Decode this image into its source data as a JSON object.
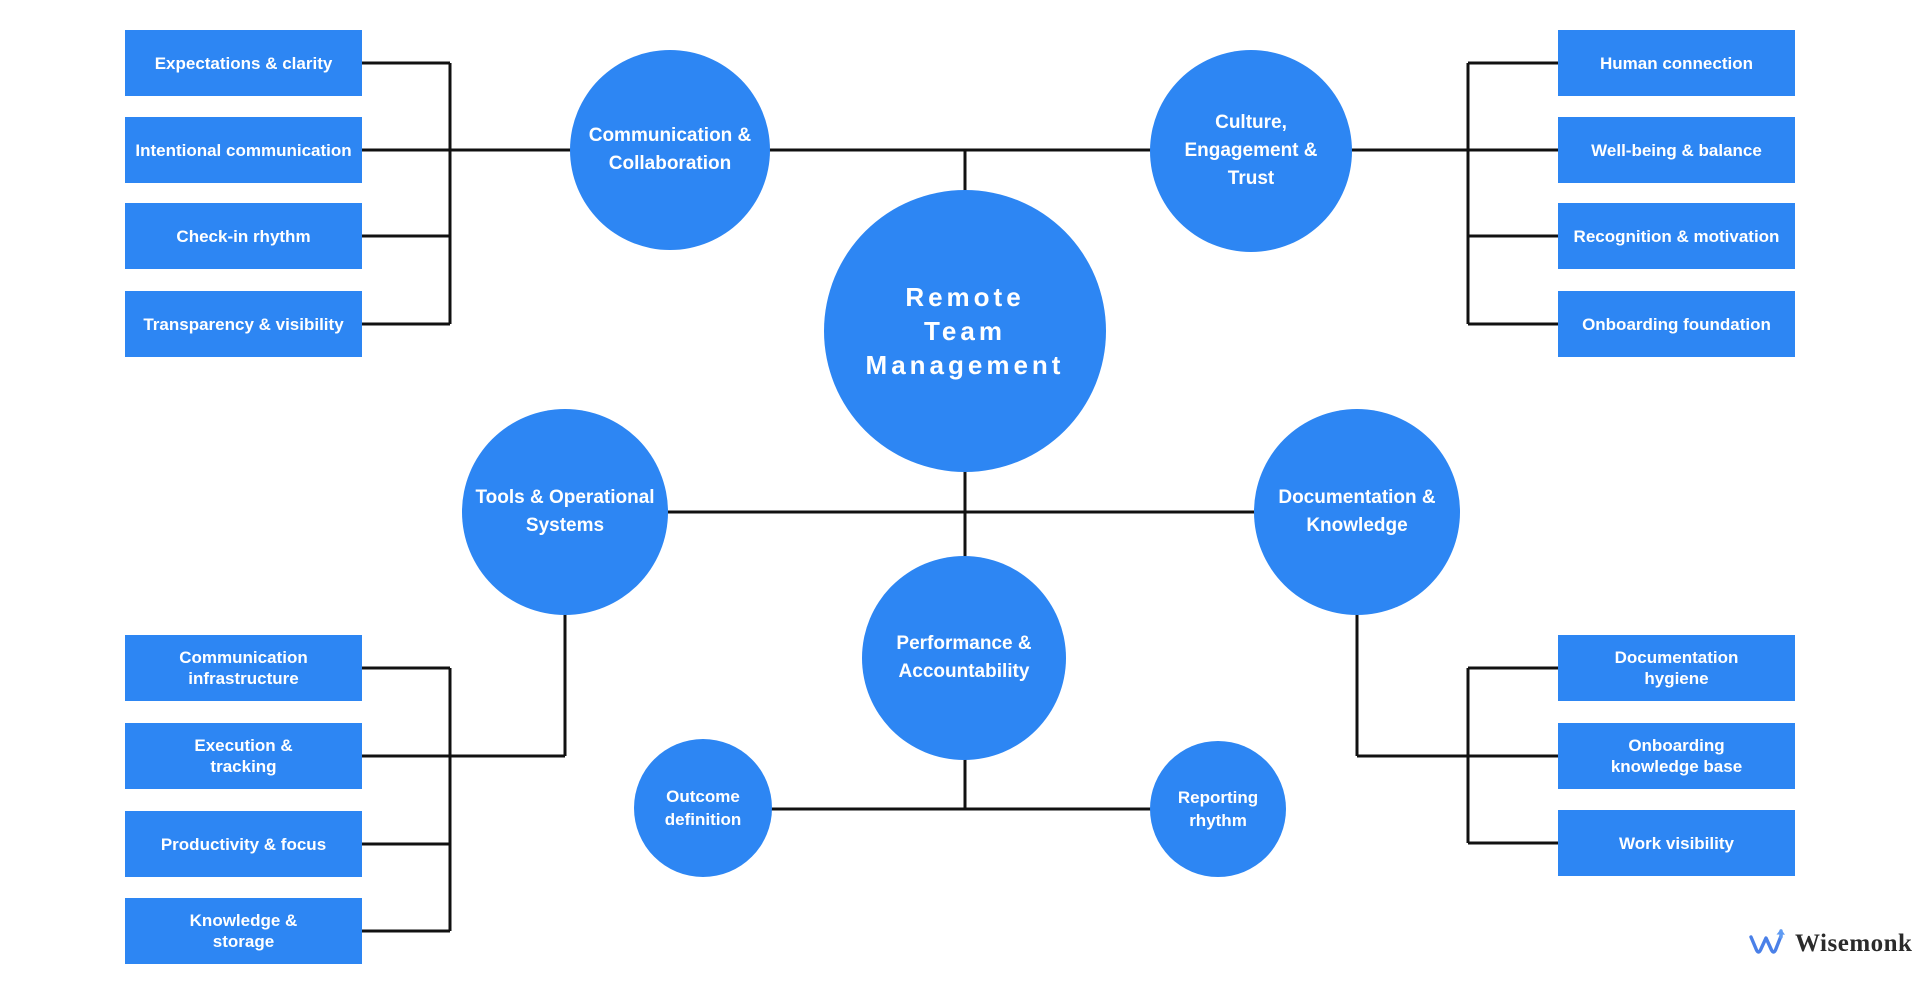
{
  "colors": {
    "node_blue": "#2d86f3",
    "line_black": "#111111",
    "background": "#ffffff",
    "logo_blue": "#4a80e8",
    "logo_text": "#2b2b2b"
  },
  "center_node": {
    "label": "Remote\nTeam\nManagement"
  },
  "branch_nodes": {
    "communication": {
      "label": "Communication &\nCollaboration"
    },
    "culture": {
      "label": "Culture,\nEngagement &\nTrust"
    },
    "tools": {
      "label": "Tools & Operational\nSystems"
    },
    "documentation": {
      "label": "Documentation &\nKnowledge"
    },
    "performance": {
      "label": "Performance &\nAccountability"
    },
    "outcome": {
      "label": "Outcome\ndefinition"
    },
    "reporting": {
      "label": "Reporting\nrhythm"
    }
  },
  "leaf_groups": {
    "top_left": {
      "items": [
        {
          "label": "Expectations & clarity"
        },
        {
          "label": "Intentional communication"
        },
        {
          "label": "Check-in rhythm"
        },
        {
          "label": "Transparency & visibility"
        }
      ]
    },
    "top_right": {
      "items": [
        {
          "label": "Human connection"
        },
        {
          "label": "Well-being & balance"
        },
        {
          "label": "Recognition & motivation"
        },
        {
          "label": "Onboarding foundation"
        }
      ]
    },
    "bottom_left": {
      "items": [
        {
          "label": "Communication\ninfrastructure"
        },
        {
          "label": "Execution &\ntracking"
        },
        {
          "label": "Productivity & focus"
        },
        {
          "label": "Knowledge &\nstorage"
        }
      ]
    },
    "bottom_right": {
      "items": [
        {
          "label": "Documentation\nhygiene"
        },
        {
          "label": "Onboarding\nknowledge base"
        },
        {
          "label": "Work visibility"
        }
      ]
    }
  },
  "logo": {
    "brand": "Wisemonk"
  }
}
